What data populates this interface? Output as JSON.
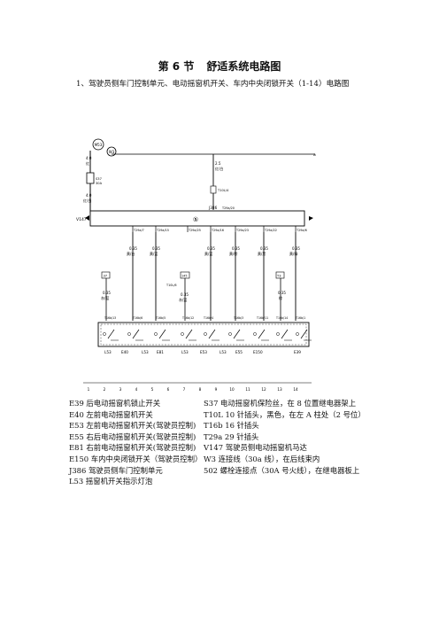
{
  "heading": {
    "section": "第 6 节",
    "title": "舒适系统电路图",
    "subtitle": "1、驾驶员侧车门控制单元、电动摇窗机开关、车内中央闭锁开关（1-14）电路图"
  },
  "diagram": {
    "top_labels": {
      "m53": "M53",
      "w3": "W3",
      "pin_a": "a"
    },
    "left_wire": {
      "size_top": "4.0",
      "color_top": "红",
      "fuse": "S37",
      "fuse_amp": "30A",
      "size_bottom": "4.0",
      "color_bottom": "红/白"
    },
    "mid_wire": {
      "size": "2.5",
      "color": "红/白",
      "connector": "T10L/4"
    },
    "module": {
      "left_label": "V147",
      "name": "J386",
      "socket": "T29a/20",
      "ground_symbol": "⑤"
    },
    "pins": [
      "T29a/7",
      "T29a/15",
      "T29a/25",
      "T29a/16",
      "T29a/23",
      "T29a/22",
      "T29a/6"
    ],
    "wires": [
      {
        "size": "0.35",
        "color": "黄/白"
      },
      {
        "size": "0.35",
        "color": "黄/蓝"
      },
      {
        "size": "0.35",
        "color": "黄/蓝"
      },
      {
        "size": "0.35",
        "color": "黄/棕"
      },
      {
        "size": "0.35",
        "color": "黄/黑"
      },
      {
        "size": "0.35",
        "color": "黄/绿"
      }
    ],
    "left_branch": {
      "box": "37",
      "size": "0.35",
      "color": "灰/蓝"
    },
    "mid_branch": {
      "box": "145",
      "connector": "T10L/6",
      "size": "0.35",
      "color": "灰/蓝"
    },
    "right_branch": {
      "box": "T3",
      "size": "0.35",
      "color": "棕"
    },
    "switch_pins": [
      "T16b/13",
      "T16b/6",
      "T16b/5",
      "T16b/12",
      "T16b/4",
      "T16b/3",
      "T16b/11",
      "T16b/14",
      "T16b/1"
    ],
    "switch_labels": [
      "L53",
      "E40",
      "L53",
      "E81",
      "L53",
      "E53",
      "L53",
      "E55",
      "E150",
      "E39"
    ],
    "grid_numbers": [
      "1",
      "2",
      "3",
      "4",
      "5",
      "6",
      "7",
      "8",
      "9",
      "10",
      "11",
      "12",
      "13",
      "14"
    ]
  },
  "legend_left": [
    "E39 后电动摇窗机锁止开关",
    "E40 左前电动摇窗机开关",
    "E53 左前电动摇窗机开关(驾驶员控制)",
    "E55 右后电动摇窗机开关(驾驶员控制)",
    "E81 右前电动摇窗机开关(驾驶员控制)",
    "E150 车内中央闭锁开关（驾驶员控制）",
    "J386 驾驶员侧车门控制单元",
    "L53 摇窗机开关指示灯泡"
  ],
  "legend_right": [
    "S37 电动摇窗机保险丝，在 8 位置继电器架上",
    "T10L 10 针插头，黑色，在左 A 柱处（2 号位）",
    "T16b 16 针插头",
    "T29a 29 针插头",
    "V147 驾驶员侧电动摇窗机马达",
    "W3    连接线（30a 线），在后线束内",
    "502    螺栓连接点（30A 号火线），在继电器板上"
  ]
}
